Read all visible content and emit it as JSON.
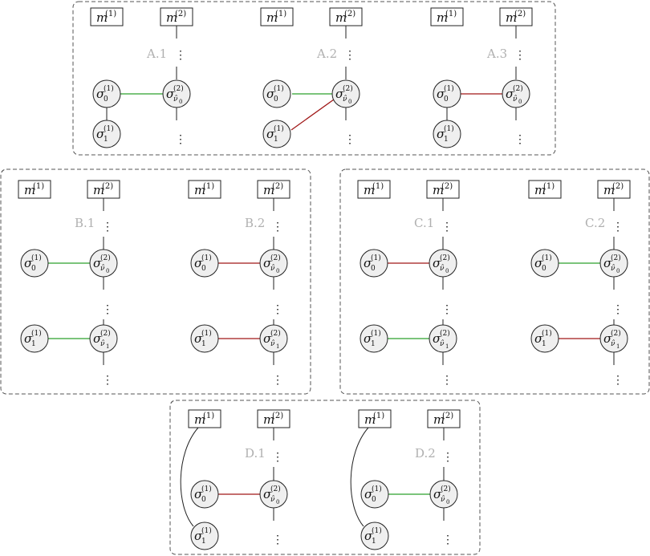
{
  "symbols": {
    "m_base": "m",
    "m1_sup": "(1)",
    "m2_sup": "(2)",
    "sigma": "σ",
    "sup1": "(1)",
    "sup2": "(2)",
    "sub0": "0",
    "sub1": "1",
    "subnu0": "ν̂",
    "subnu0_idx": "0",
    "subnu1": "ν̂",
    "subnu1_idx": "1",
    "vdots": "⋮"
  },
  "colors": {
    "green": "#2ca02c",
    "red": "#a01818",
    "node_fill": "#efefef",
    "panel_label": "#b0b0b0"
  },
  "panels": [
    {
      "id": "A.1",
      "label": "A.1",
      "links": [
        "green"
      ],
      "extra": "lower-left-tail"
    },
    {
      "id": "A.2",
      "label": "A.2",
      "links": [
        "green",
        "red-diagonal"
      ],
      "extra": "diagonal"
    },
    {
      "id": "A.3",
      "label": "A.3",
      "links": [
        "red"
      ],
      "extra": "lower-left-tail"
    },
    {
      "id": "B.1",
      "label": "B.1",
      "links": [
        "green",
        "green"
      ]
    },
    {
      "id": "B.2",
      "label": "B.2",
      "links": [
        "red",
        "red"
      ]
    },
    {
      "id": "C.1",
      "label": "C.1",
      "links": [
        "red",
        "green"
      ]
    },
    {
      "id": "C.2",
      "label": "C.2",
      "links": [
        "green",
        "red"
      ]
    },
    {
      "id": "D.1",
      "label": "D.1",
      "links": [
        "red"
      ],
      "extra": "curve"
    },
    {
      "id": "D.2",
      "label": "D.2",
      "links": [
        "green"
      ],
      "extra": "curve"
    }
  ]
}
